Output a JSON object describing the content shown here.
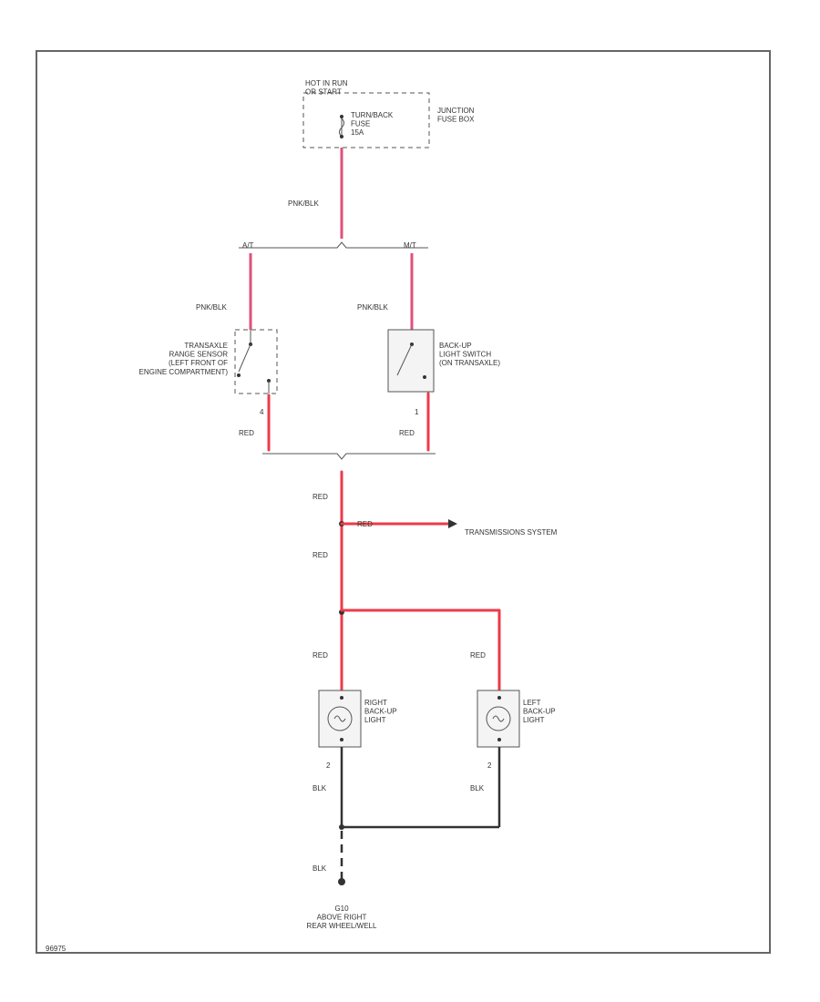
{
  "hot_in_run": "HOT IN RUN\nOR START",
  "fuse": "TURN/BACK\nFUSE\n15A",
  "junction_box": "JUNCTION\nFUSE BOX",
  "wire_pnk_blk": "PNK/BLK",
  "wire_red": "RED",
  "wire_blk": "BLK",
  "at_label": "A/T",
  "mt_label": "M/T",
  "range_sensor": "TRANSAXLE\nRANGE SENSOR\n(LEFT FRONT OF\nENGINE COMPARTMENT)",
  "backup_switch": "BACK-UP\nLIGHT SWITCH\n(ON TRANSAXLE)",
  "pin_range_sensor": "4",
  "pin_backup_switch": "1",
  "pin_light": "2",
  "transmission_system": "TRANSMISSIONS SYSTEM",
  "right_light": "RIGHT\nBACK-UP\nLIGHT",
  "left_light": "LEFT\nBACK-UP\nLIGHT",
  "ground": "G10\nABOVE RIGHT\nREAR WHEEL/WELL",
  "figure_id": "96975",
  "colors": {
    "red_wire": "#ee3a4a",
    "pink_wire": "#e0507a",
    "black_wire": "#333333"
  }
}
